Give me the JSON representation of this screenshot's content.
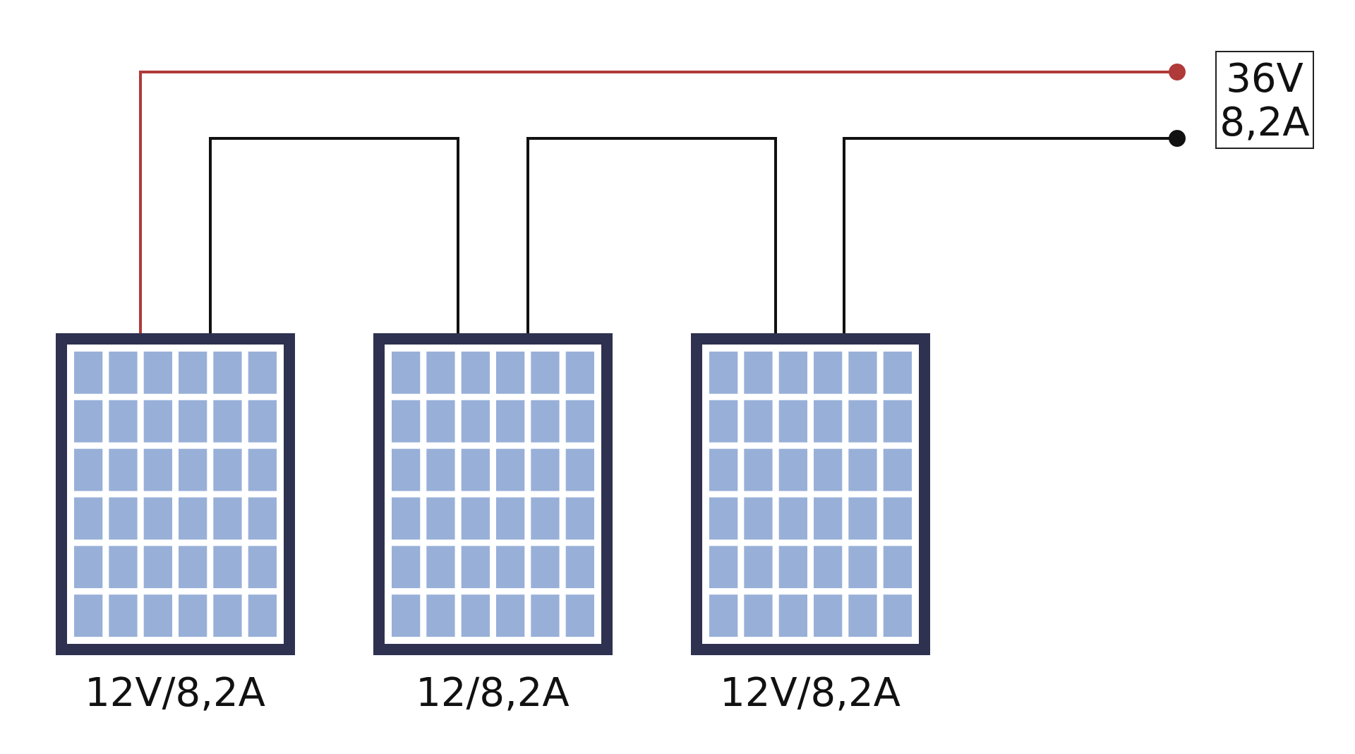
{
  "diagram": {
    "colors": {
      "positive_wire": "#b03a3a",
      "negative_wire": "#111111",
      "panel_frame": "#2e3150",
      "panel_inner_border": "#ffffff",
      "cell": "#98b0d8",
      "background": "#ffffff"
    },
    "panels": [
      {
        "label": "12V/8,2A"
      },
      {
        "label": "12/8,2A"
      },
      {
        "label": "12V/8,2A"
      }
    ],
    "panel_grid": {
      "rows": 6,
      "cols": 6
    },
    "output": {
      "voltage": "36V",
      "current": "8,2A"
    }
  }
}
